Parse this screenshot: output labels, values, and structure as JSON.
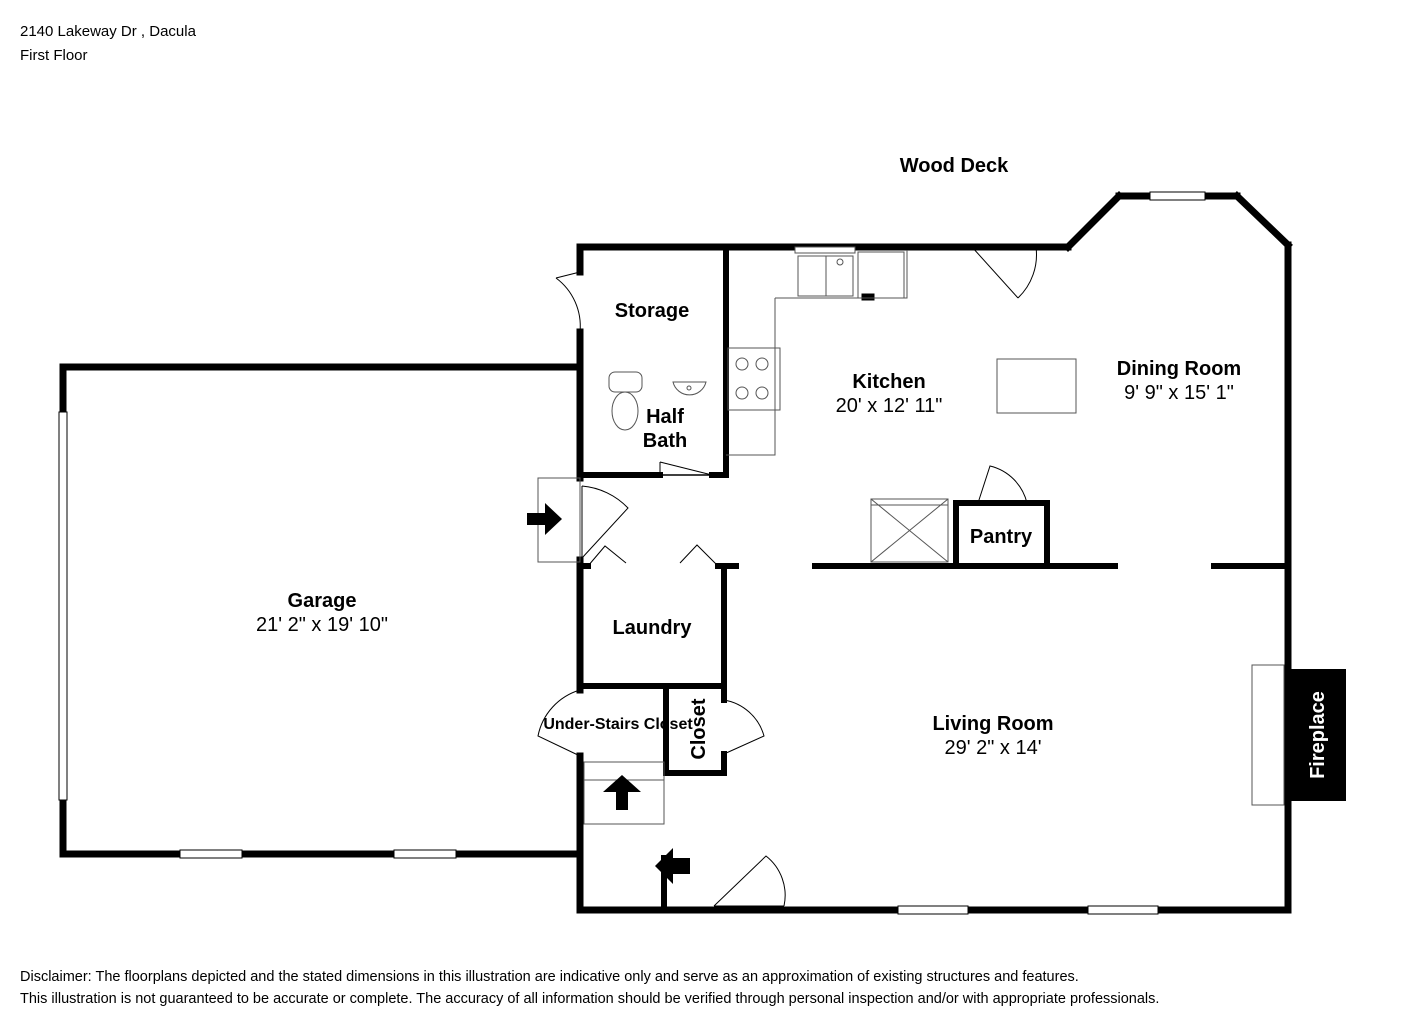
{
  "header": {
    "address": "2140 Lakeway Dr , Dacula",
    "floor": "First Floor"
  },
  "rooms": {
    "wood_deck": {
      "name": "Wood Deck"
    },
    "storage": {
      "name": "Storage"
    },
    "half_bath": {
      "name_line1": "Half",
      "name_line2": "Bath"
    },
    "kitchen": {
      "name": "Kitchen",
      "dims": "20' x 12' 11\""
    },
    "dining_room": {
      "name": "Dining Room",
      "dims": "9' 9\" x 15' 1\""
    },
    "pantry": {
      "name": "Pantry"
    },
    "garage": {
      "name": "Garage",
      "dims": "21' 2\" x 19' 10\""
    },
    "laundry": {
      "name": "Laundry"
    },
    "under_stairs_closet": {
      "name": "Under-Stairs Closet"
    },
    "closet": {
      "name": "Closet"
    },
    "living_room": {
      "name": "Living Room",
      "dims": "29' 2\" x 14'"
    },
    "fireplace": {
      "name": "Fireplace"
    }
  },
  "disclaimer": {
    "line1": "Disclaimer: The floorplans depicted and the stated dimensions in this illustration are indicative only and serve as an approximation of existing structures and features.",
    "line2": "This illustration is not guaranteed to be accurate or complete. The accuracy of all information should be verified through personal inspection and/or with appropriate professionals."
  },
  "colors": {
    "wall": "#000000",
    "fixture": "#555555",
    "background": "#ffffff"
  }
}
